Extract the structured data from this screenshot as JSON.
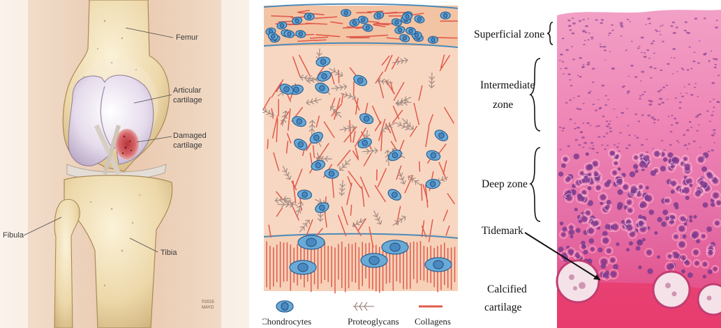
{
  "knee_diagram": {
    "labels": {
      "femur": "Femur",
      "articular_cartilage_line1": "Articular",
      "articular_cartilage_line2": "cartilage",
      "damaged_cartilage_line1": "Damaged",
      "damaged_cartilage_line2": "cartilage",
      "fibula": "Fibula",
      "tibia": "Tibia"
    },
    "copyright_line1": "©2015",
    "copyright_line2": "MAYO"
  },
  "cartilage_layers": {
    "legend": [
      {
        "label": "Chondrocytes",
        "icon": "chondrocyte-icon"
      },
      {
        "label": "Proteoglycans",
        "icon": "proteoglycan-icon"
      },
      {
        "label": "Collagens",
        "icon": "collagen-icon"
      }
    ],
    "colors": {
      "background": "#f8d7c2",
      "collagen": "#e05a4b",
      "proteoglycan": "#a38a82",
      "chondrocyte_fill": "#6aaad6",
      "chondrocyte_border": "#2a5f93",
      "boundary_line": "#4a8ab8"
    }
  },
  "histology_zones": {
    "zones": [
      {
        "label_lines": [
          "Superficial zone"
        ]
      },
      {
        "label_lines": [
          "Intermediate",
          "zone"
        ]
      },
      {
        "label_lines": [
          "Deep zone"
        ]
      },
      {
        "label_lines": [
          "Tidemark"
        ]
      },
      {
        "label_lines": [
          "Calcified",
          "cartilage"
        ]
      }
    ],
    "colors": {
      "tissue_pink": "#f07ab0",
      "tissue_deep": "#e4488c",
      "nuclei": "#7b3b8e",
      "calcified_red": "#ea3f6c"
    }
  }
}
